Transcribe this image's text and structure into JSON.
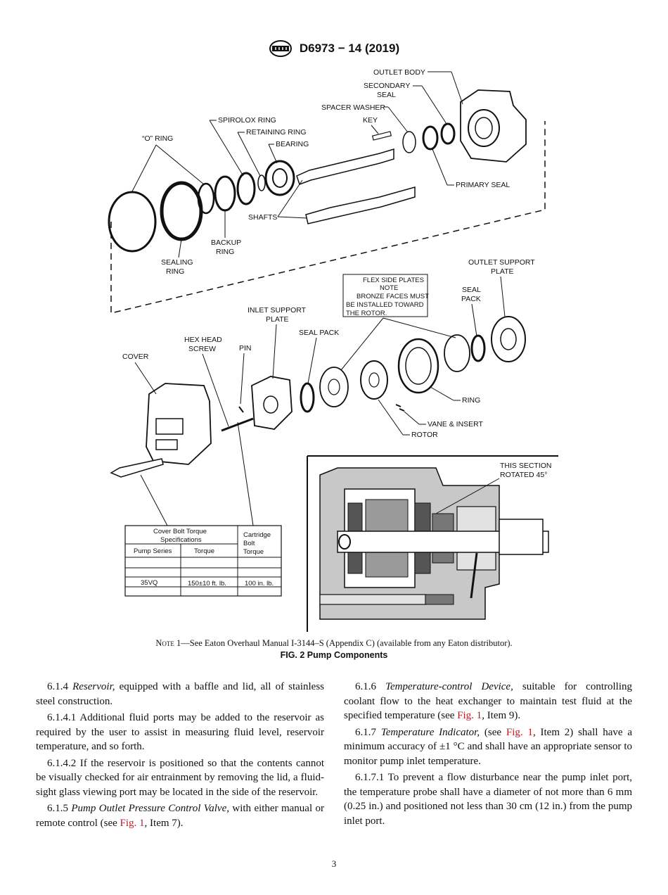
{
  "header": {
    "designation": "D6973 − 14 (2019)"
  },
  "figure": {
    "labels": {
      "outlet_body": "OUTLET BODY",
      "secondary_seal_1": "SECONDARY",
      "secondary_seal_2": "SEAL",
      "spacer_washer": "SPACER WASHER",
      "key": "KEY",
      "spirolox_ring": "SPIROLOX RING",
      "retaining_ring": "RETAINING RING",
      "bearing": "BEARING",
      "o_ring": "“O” RING",
      "primary_seal": "PRIMARY SEAL",
      "shafts": "SHAFTS",
      "backup_ring_1": "BACKUP",
      "backup_ring_2": "RING",
      "sealing_ring_1": "SEALING",
      "sealing_ring_2": "RING",
      "outlet_support_1": "OUTLET SUPPORT",
      "outlet_support_2": "PLATE",
      "seal_pack_r1": "SEAL",
      "seal_pack_r2": "PACK",
      "flex_note": [
        "FLEX SIDE PLATES",
        "NOTE",
        "BRONZE FACES MUST",
        "BE INSTALLED TOWARD",
        "THE ROTOR."
      ],
      "inlet_support_1": "INLET SUPPORT",
      "inlet_support_2": "PLATE",
      "seal_pack_l": "SEAL PACK",
      "hex_head_1": "HEX HEAD",
      "hex_head_2": "SCREW",
      "pin": "PIN",
      "cover": "COVER",
      "ring": "RING",
      "vane_insert": "VANE & INSERT",
      "rotor": "ROTOR",
      "section_1": "THIS SECTION",
      "section_2": "ROTATED 45°"
    },
    "torque_table": {
      "title_1": "Cover Bolt Torque",
      "title_2": "Specifications",
      "cartridge_1": "Cartridge",
      "cartridge_2": "Bolt",
      "cartridge_3": "Torque",
      "col_series": "Pump Series",
      "col_torque": "Torque",
      "row_series": "35VQ",
      "row_torque": "150±10 ft. lb.",
      "row_cartridge": "100 in. lb."
    }
  },
  "note": {
    "prefix": "Note 1",
    "text": "—See Eaton Overhaul Manual I-3144–S (Appendix C) (available from any Eaton distributor)."
  },
  "caption": "FIG. 2 Pump Components",
  "left_col": {
    "p1_num": "6.1.4 ",
    "p1_it": "Reservoir,",
    "p1_text": " equipped with a baffle and lid, all of stainless steel construction.",
    "p2": "6.1.4.1 Additional fluid ports may be added to the reservoir as required by the user to assist in measuring fluid level, reservoir temperature, and so forth.",
    "p3": "6.1.4.2 If the reservoir is positioned so that the contents cannot be visually checked for air entrainment by removing the lid, a fluid-sight glass viewing port may be located in the side of the reservoir.",
    "p4_num": "6.1.5 ",
    "p4_it": "Pump Outlet Pressure Control Valve,",
    "p4_a": " with either manual or remote control (see ",
    "p4_ref": "Fig. 1",
    "p4_b": ", Item 7)."
  },
  "right_col": {
    "p1_num": "6.1.6 ",
    "p1_it": "Temperature-control Device,",
    "p1_a": " suitable for controlling coolant flow to the heat exchanger to maintain test fluid at the specified temperature (see ",
    "p1_ref": "Fig. 1",
    "p1_b": ", Item 9).",
    "p2_num": "6.1.7 ",
    "p2_it": "Temperature Indicator,",
    "p2_a": " (see ",
    "p2_ref": "Fig. 1",
    "p2_b": ", Item 2) shall have a minimum accuracy of ±1 °C and shall have an appropriate sensor to monitor pump inlet temperature.",
    "p3": "6.1.7.1 To prevent a flow disturbance near the pump inlet port, the temperature probe shall have a diameter of not more than 6 mm (0.25 in.) and positioned not less than 30 cm (12 in.) from the pump inlet port."
  },
  "page_number": "3"
}
